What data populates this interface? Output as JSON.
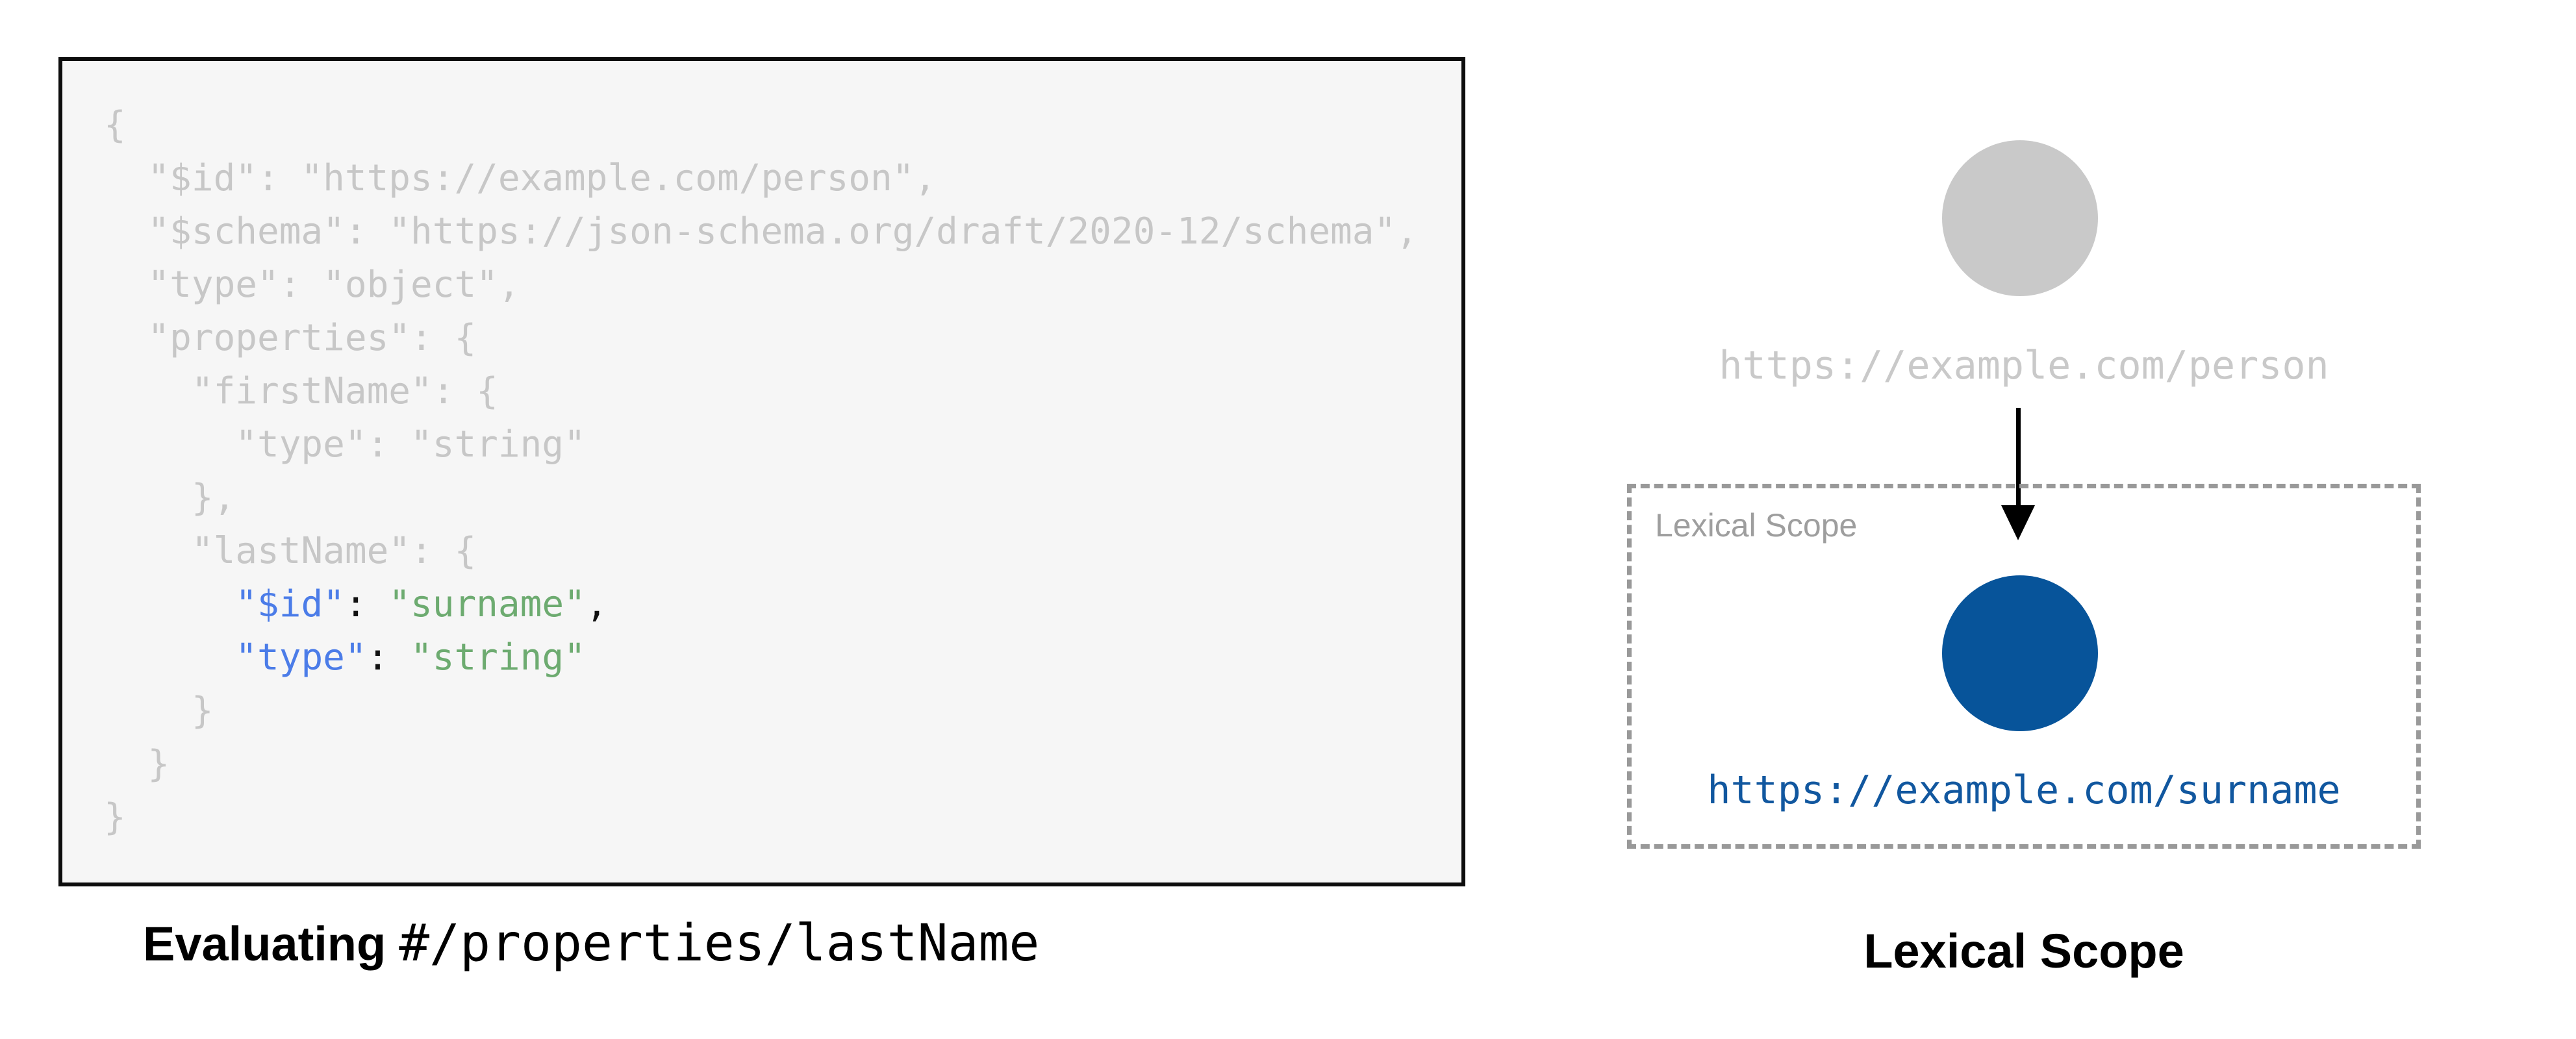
{
  "code_panel": {
    "lines": [
      [
        {
          "t": "{",
          "c": "muted"
        }
      ],
      [
        {
          "t": "  \"$id\": \"https://example.com/person\",",
          "c": "muted"
        }
      ],
      [
        {
          "t": "  \"$schema\": \"https://json-schema.org/draft/2020-12/schema\",",
          "c": "muted"
        }
      ],
      [
        {
          "t": "  \"type\": \"object\",",
          "c": "muted"
        }
      ],
      [
        {
          "t": "  \"properties\": {",
          "c": "muted"
        }
      ],
      [
        {
          "t": "    \"firstName\": {",
          "c": "muted"
        }
      ],
      [
        {
          "t": "      \"type\": \"string\"",
          "c": "muted"
        }
      ],
      [
        {
          "t": "    },",
          "c": "muted"
        }
      ],
      [
        {
          "t": "    \"lastName\": {",
          "c": "muted"
        }
      ],
      [
        {
          "t": "      ",
          "c": "muted"
        },
        {
          "t": "\"$id\"",
          "c": "key"
        },
        {
          "t": ": ",
          "c": "punct"
        },
        {
          "t": "\"surname\"",
          "c": "str"
        },
        {
          "t": ",",
          "c": "punct"
        }
      ],
      [
        {
          "t": "      ",
          "c": "muted"
        },
        {
          "t": "\"type\"",
          "c": "key"
        },
        {
          "t": ": ",
          "c": "punct"
        },
        {
          "t": "\"string\"",
          "c": "str"
        }
      ],
      [
        {
          "t": "    }",
          "c": "muted"
        }
      ],
      [
        {
          "t": "  }",
          "c": "muted"
        }
      ],
      [
        {
          "t": "}",
          "c": "muted"
        }
      ]
    ]
  },
  "captions": {
    "left_bold": "Evaluating",
    "left_mono": "#/properties/lastName",
    "right": "Lexical Scope"
  },
  "diagram": {
    "parent_uri": "https://example.com/person",
    "scope_box_label": "Lexical Scope",
    "child_uri": "https://example.com/surname"
  },
  "colors": {
    "code_muted": "#c7c7c7",
    "code_key_blue": "#4b7ce8",
    "code_string_green": "#6dab70",
    "code_punct": "#111111",
    "panel_background": "#f6f6f6",
    "panel_border": "#0d0d0d",
    "parent_node_gray": "#c9c9c9",
    "child_node_blue": "#07549a",
    "child_uri_blue": "#11579f",
    "scope_border_gray": "#999999",
    "scope_label_gray": "#9e9e9e",
    "arrow_black": "#000000"
  }
}
